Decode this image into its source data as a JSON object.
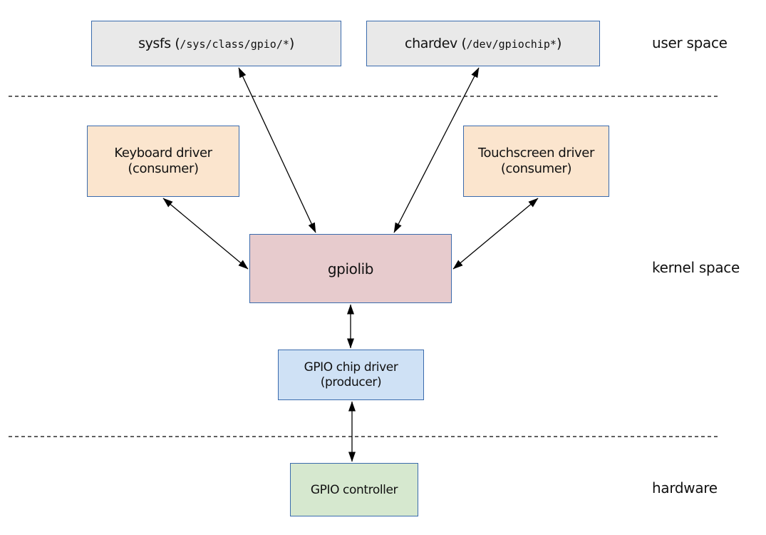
{
  "diagram": {
    "nodes": {
      "sysfs": {
        "name": "sysfs (",
        "mono": "/sys/class/gpio/*",
        "close": ")"
      },
      "chardev": {
        "name": "chardev (",
        "mono": "/dev/gpiochip*",
        "close": ")"
      },
      "keyboard_driver": {
        "line1": "Keyboard driver",
        "line2": "(consumer)"
      },
      "touchscreen_driver": {
        "line1": "Touchscreen driver",
        "line2": "(consumer)"
      },
      "gpiolib": {
        "label": "gpiolib"
      },
      "gpio_chip_driver": {
        "line1": "GPIO chip driver",
        "line2": "(producer)"
      },
      "gpio_controller": {
        "label": "GPIO controller"
      }
    },
    "zone_labels": {
      "user_space": "user space",
      "kernel_space": "kernel space",
      "hardware": "hardware"
    },
    "colors": {
      "box-border": "#3a6bad",
      "userspace-fill": "#e9e9e9",
      "consumer-fill": "#fbe5ce",
      "gpiolib-fill": "#e7cbcd",
      "chipdriver-fill": "#cfe1f5",
      "controller-fill": "#d6e8cf",
      "arrow": "#000000"
    }
  }
}
